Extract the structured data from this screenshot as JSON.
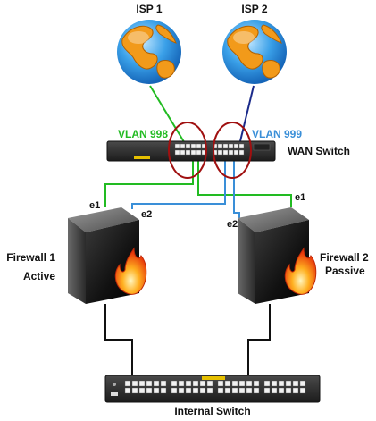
{
  "labels": {
    "isp1": "ISP 1",
    "isp2": "ISP 2",
    "vlan998": "VLAN 998",
    "vlan999": "VLAN 999",
    "wan_switch": "WAN Switch",
    "fw1_name": "Firewall 1",
    "fw1_state": "Active",
    "fw2_name": "Firewall 2",
    "fw2_state": "Passive",
    "fw1_e1": "e1",
    "fw1_e2": "e2",
    "fw2_e1": "e1",
    "fw2_e2": "e2",
    "internal_switch": "Internal Switch"
  },
  "colors": {
    "vlan998": "#22bb22",
    "vlan999": "#3a8fd8",
    "isp2_link": "#1a2a8a",
    "highlight_circle": "#a01010",
    "lan_link": "#111111",
    "globe_ocean": "#3aa0e8",
    "globe_land": "#f29a1a"
  },
  "icons": {
    "isp": "globe-icon",
    "wan": "network-switch-icon",
    "firewall": "firewall-fire-icon"
  }
}
